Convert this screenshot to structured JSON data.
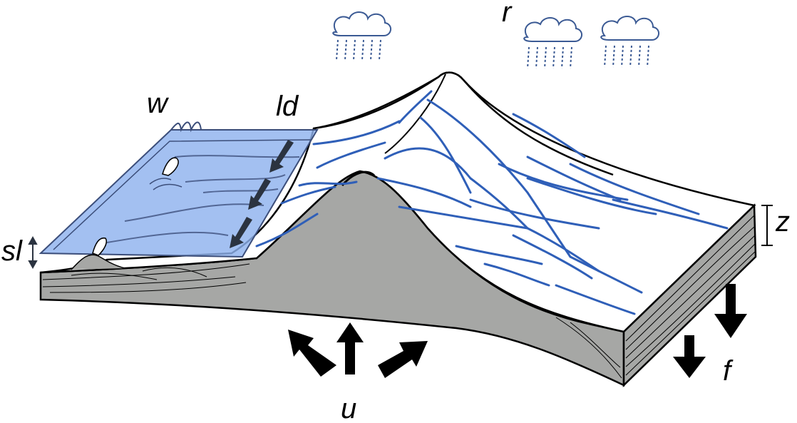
{
  "labels": {
    "r": "r",
    "w": "w",
    "ld": "ld",
    "sl": "sl",
    "z": "z",
    "u": "u",
    "f": "f"
  },
  "colors": {
    "sea": "#9ab8ee",
    "river": "#2f5fb8",
    "section": "#a6a7a5",
    "cloud": "#3b5a94",
    "arrow": "#000000",
    "drainage_arrow": "#2b3340"
  }
}
